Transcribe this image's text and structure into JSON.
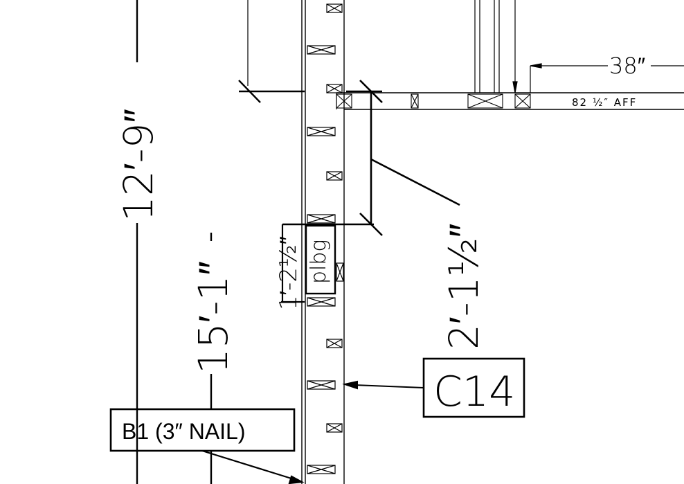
{
  "drawing": {
    "dimensions": {
      "d1": "12′-9″",
      "d2": "15′-1″",
      "d3": "2′-1½″",
      "d4": "1′-2½″",
      "d5": "38″"
    },
    "labels": {
      "aff": "82 ½″ AFF",
      "plbg": "plbg",
      "c14": "C14",
      "b1": "B1 (3″ NAIL)"
    }
  }
}
